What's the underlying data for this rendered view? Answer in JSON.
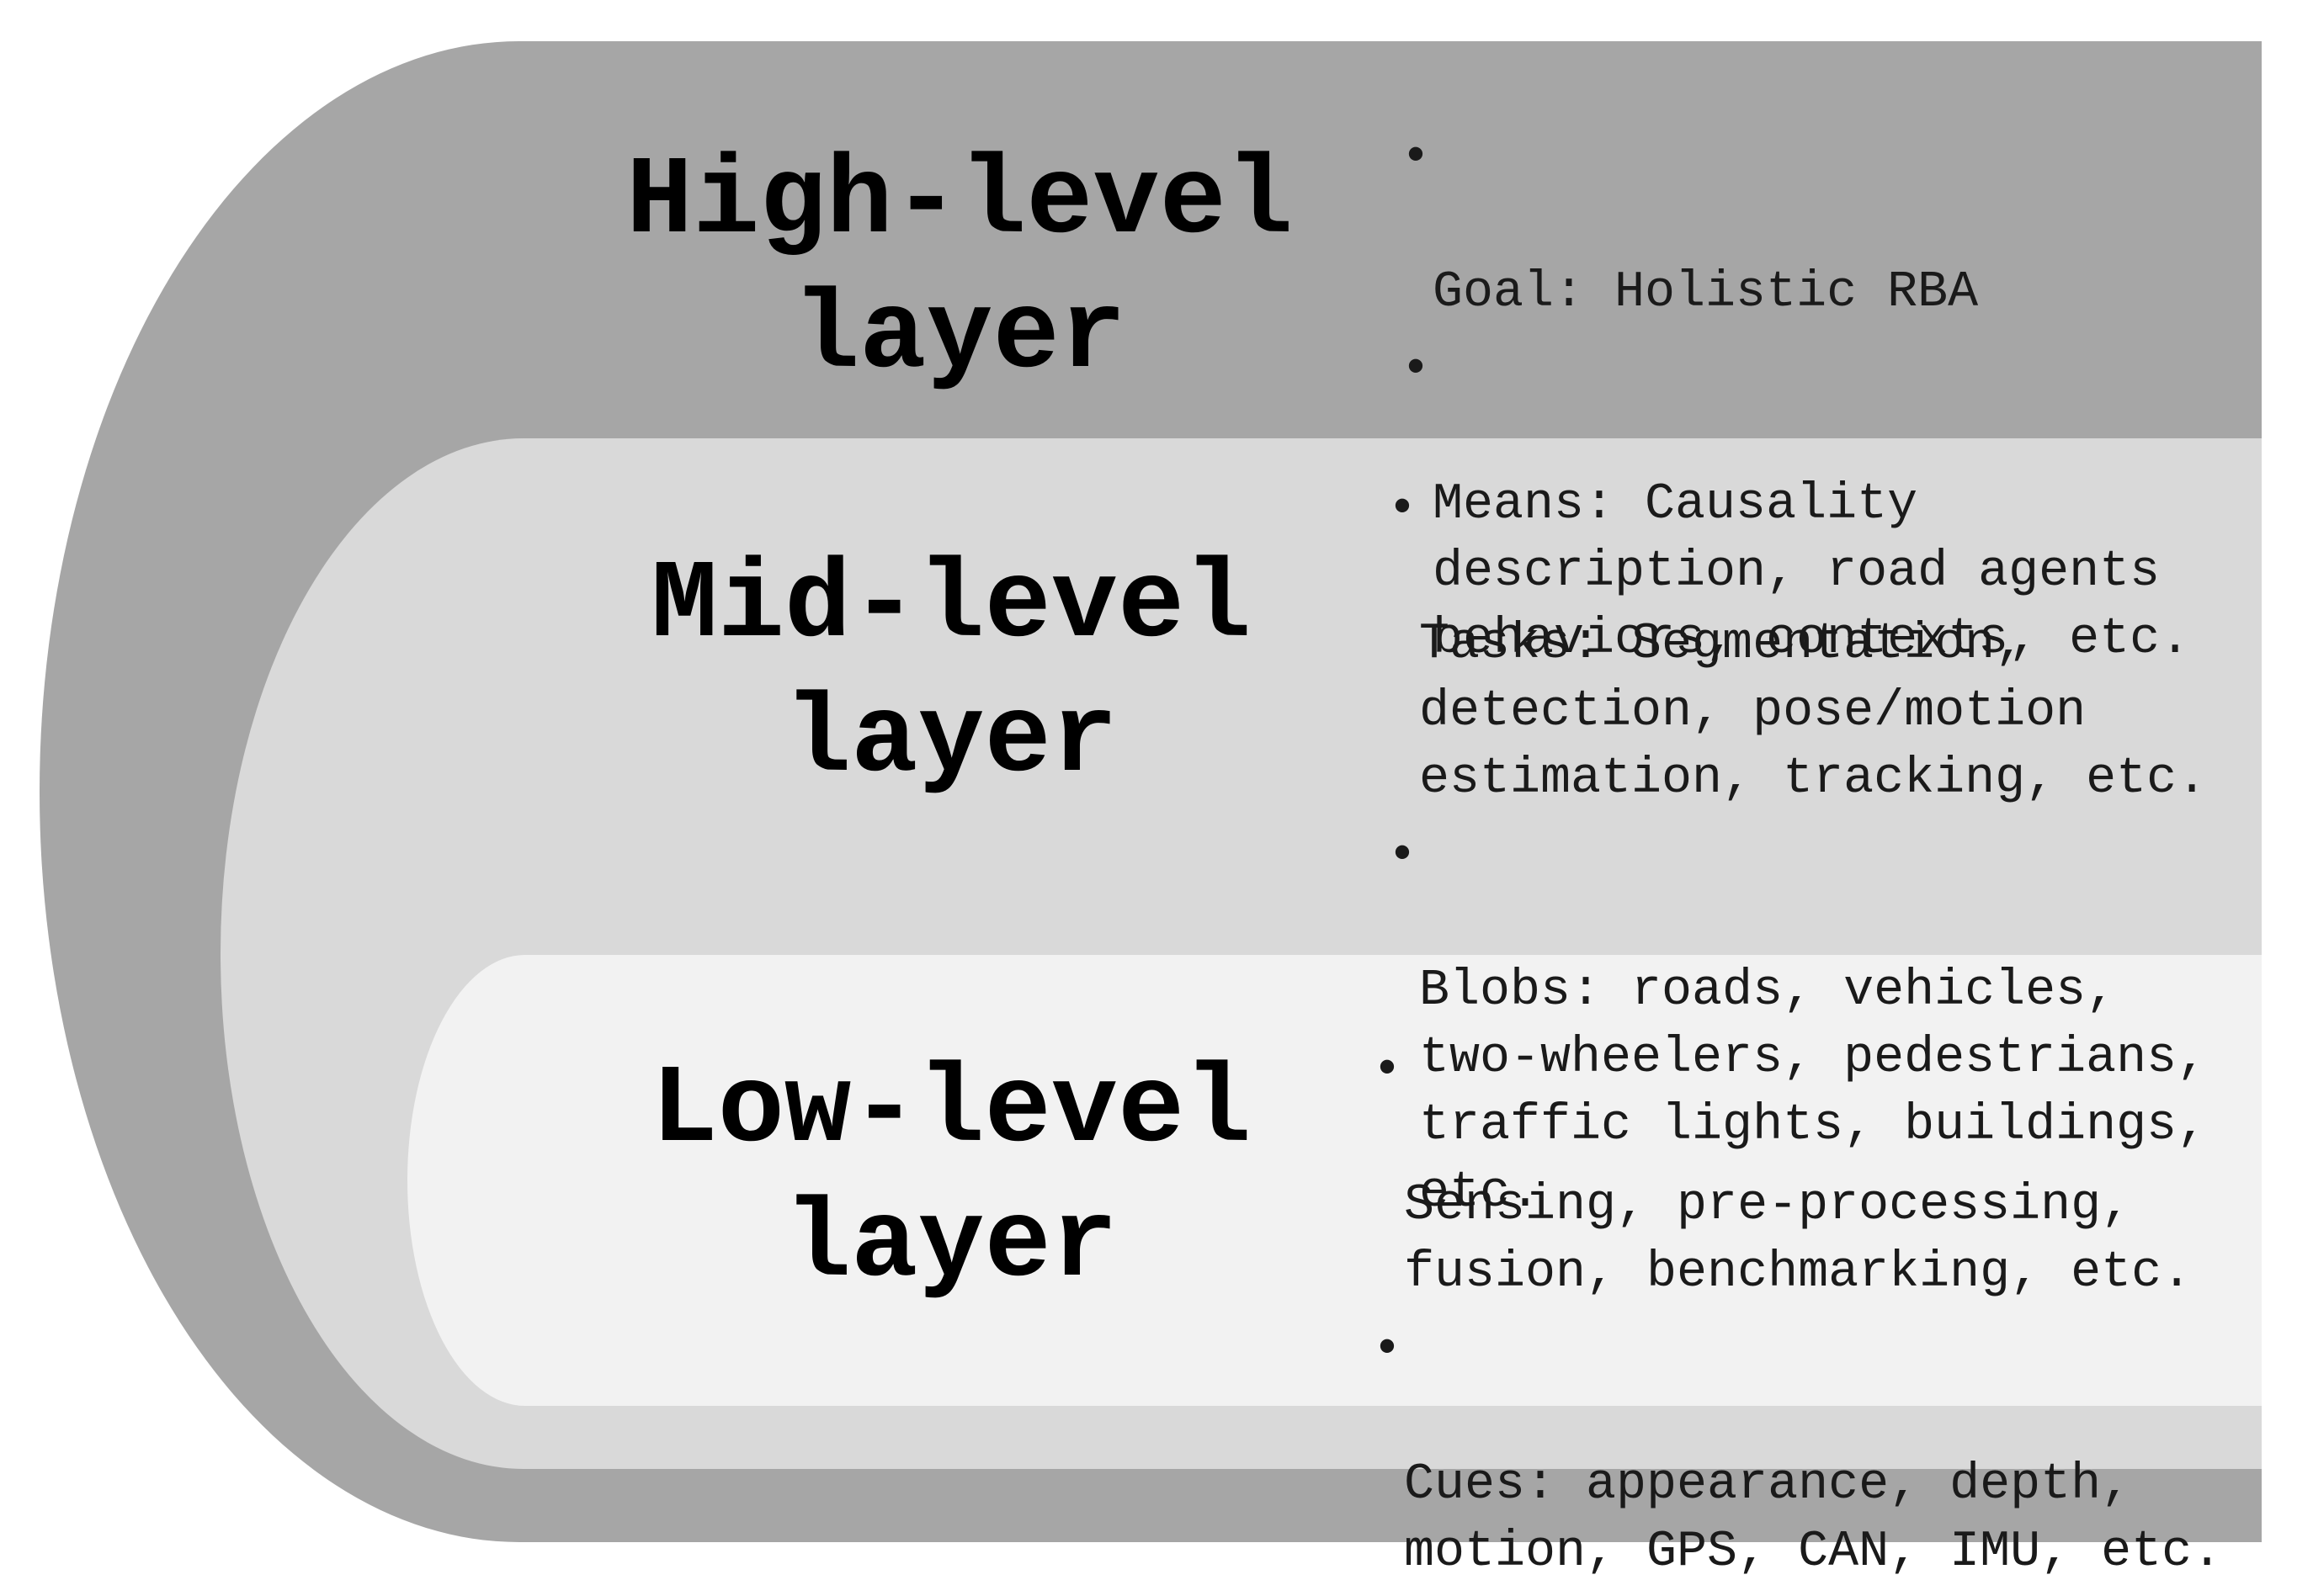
{
  "colors": {
    "high_layer_fill": "#a6a6a6",
    "mid_layer_fill": "#d9d9d9",
    "low_layer_fill": "#f2f2f2",
    "text": "#000000"
  },
  "bullet_glyph": "•",
  "layers": {
    "high": {
      "title_line1": "High-level",
      "title_line2": "layer",
      "bullets": [
        "Goal: Holistic RBA",
        "Means: Causality\ndescription, road agents\nbehaviors, contexts, etc."
      ]
    },
    "mid": {
      "title_line1": "Mid-level",
      "title_line2": "layer",
      "bullets": [
        "Tasks: Segmentation,\ndetection, pose/motion\nestimation, tracking, etc.",
        "Blobs: roads, vehicles,\ntwo-wheelers, pedestrians,\ntraffic lights, buildings,\netc."
      ]
    },
    "low": {
      "title_line1": "Low-level",
      "title_line2": "layer",
      "bullets": [
        "Sensing, pre-processing,\nfusion, benchmarking, etc.",
        "Cues: appearance, depth,\nmotion, GPS, CAN, IMU, etc."
      ]
    }
  }
}
